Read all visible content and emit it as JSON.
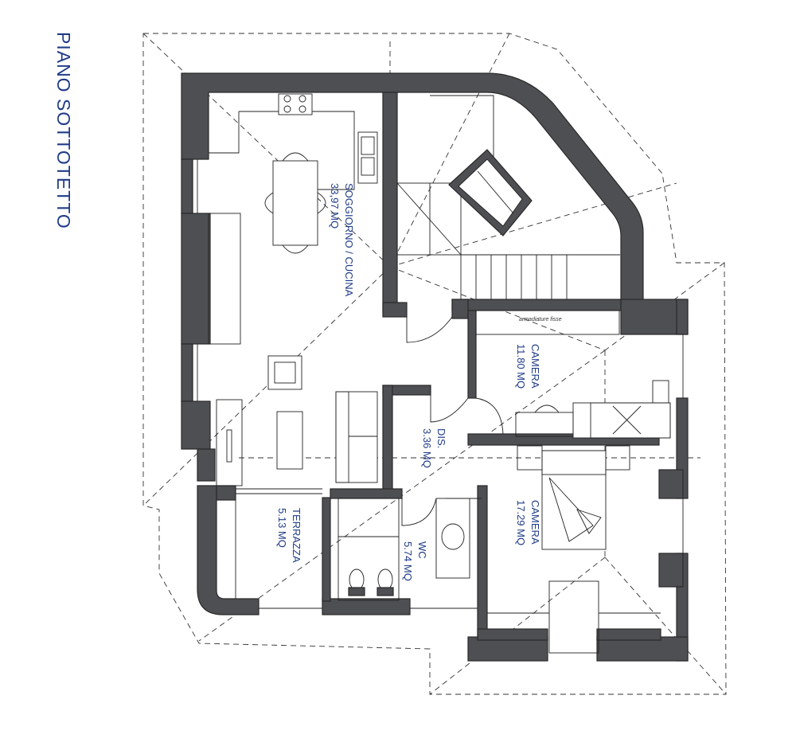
{
  "title": "PIANO SOTTOTETTO",
  "rooms": [
    {
      "id": "soggiorno",
      "name": "SOGGIORNO / CUCINA",
      "area": "33,97 MQ"
    },
    {
      "id": "camera1",
      "name": "CAMERA",
      "area": "11.80 MQ"
    },
    {
      "id": "camera2",
      "name": "CAMERA",
      "area": "17.29 MQ"
    },
    {
      "id": "dis",
      "name": "DIS.",
      "area": "3.36 MQ"
    },
    {
      "id": "wc",
      "name": "WC",
      "area": "5.74 MQ"
    },
    {
      "id": "terrazza",
      "name": "TERRAZZA",
      "area": "5.13 MQ"
    }
  ],
  "notes": {
    "wardrobe": "armadiature fisse"
  },
  "colors": {
    "wall": "#4d4f52",
    "label": "#1f3c88",
    "line": "#222222"
  }
}
